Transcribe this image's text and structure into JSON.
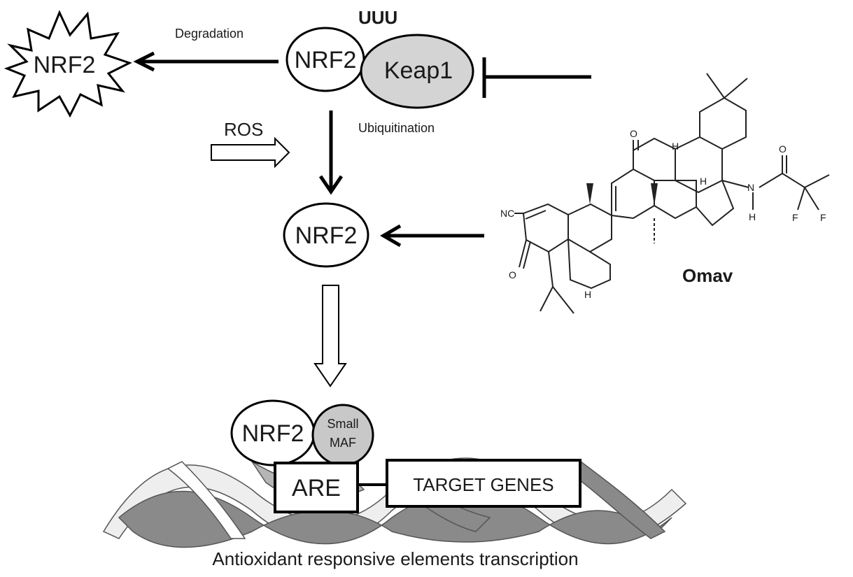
{
  "degradation": {
    "star_label": "NRF2",
    "process_label": "Degradation"
  },
  "complex": {
    "nrf2_label": "NRF2",
    "keap1_label": "Keap1",
    "ubiquitin_marks": "UUU",
    "process_label": "Ubiquitination"
  },
  "ros": {
    "label": "ROS"
  },
  "free_nrf2": {
    "label": "NRF2"
  },
  "drug": {
    "name": "Omav",
    "atom_labels": {
      "nitrile": "NC",
      "ketone_top": "O",
      "ketone_left": "O",
      "amide_o": "O",
      "nitrogen": "N",
      "amine_h": "H",
      "fluorine_1": "F",
      "fluorine_2": "F",
      "h_top": "H",
      "h_mid": "H",
      "h_low": "H"
    }
  },
  "nuclear": {
    "nrf2_label": "NRF2",
    "maf_line1": "Small",
    "maf_line2": "MAF",
    "are_label": "ARE",
    "target_label": "TARGET GENES"
  },
  "caption": "Antioxidant responsive elements transcription",
  "colors": {
    "keap1_fill": "#d4d4d4",
    "maf_fill": "#c8c8c8",
    "dna_light": "#eeeeee",
    "dna_mid": "#b5b5b5",
    "dna_dark": "#8a8a8a"
  }
}
